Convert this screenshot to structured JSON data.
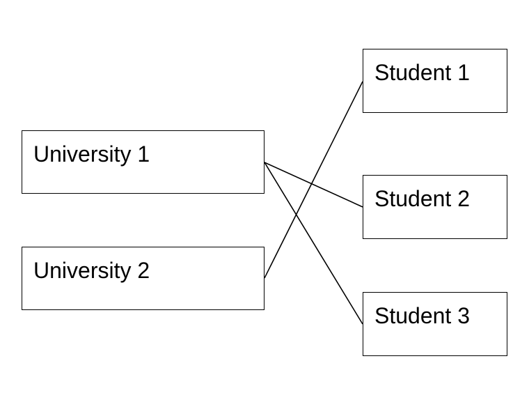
{
  "diagram": {
    "nodes": [
      {
        "id": "u1",
        "label": "University 1",
        "group": "university"
      },
      {
        "id": "u2",
        "label": "University 2",
        "group": "university"
      },
      {
        "id": "s1",
        "label": "Student 1",
        "group": "student"
      },
      {
        "id": "s2",
        "label": "Student 2",
        "group": "student"
      },
      {
        "id": "s3",
        "label": "Student 3",
        "group": "student"
      }
    ],
    "edges": [
      {
        "from": "u1",
        "to": "s2"
      },
      {
        "from": "u1",
        "to": "s3"
      },
      {
        "from": "u2",
        "to": "s1"
      }
    ],
    "colors": {
      "stroke": "#000000",
      "fill": "#ffffff",
      "text": "#000000"
    }
  }
}
